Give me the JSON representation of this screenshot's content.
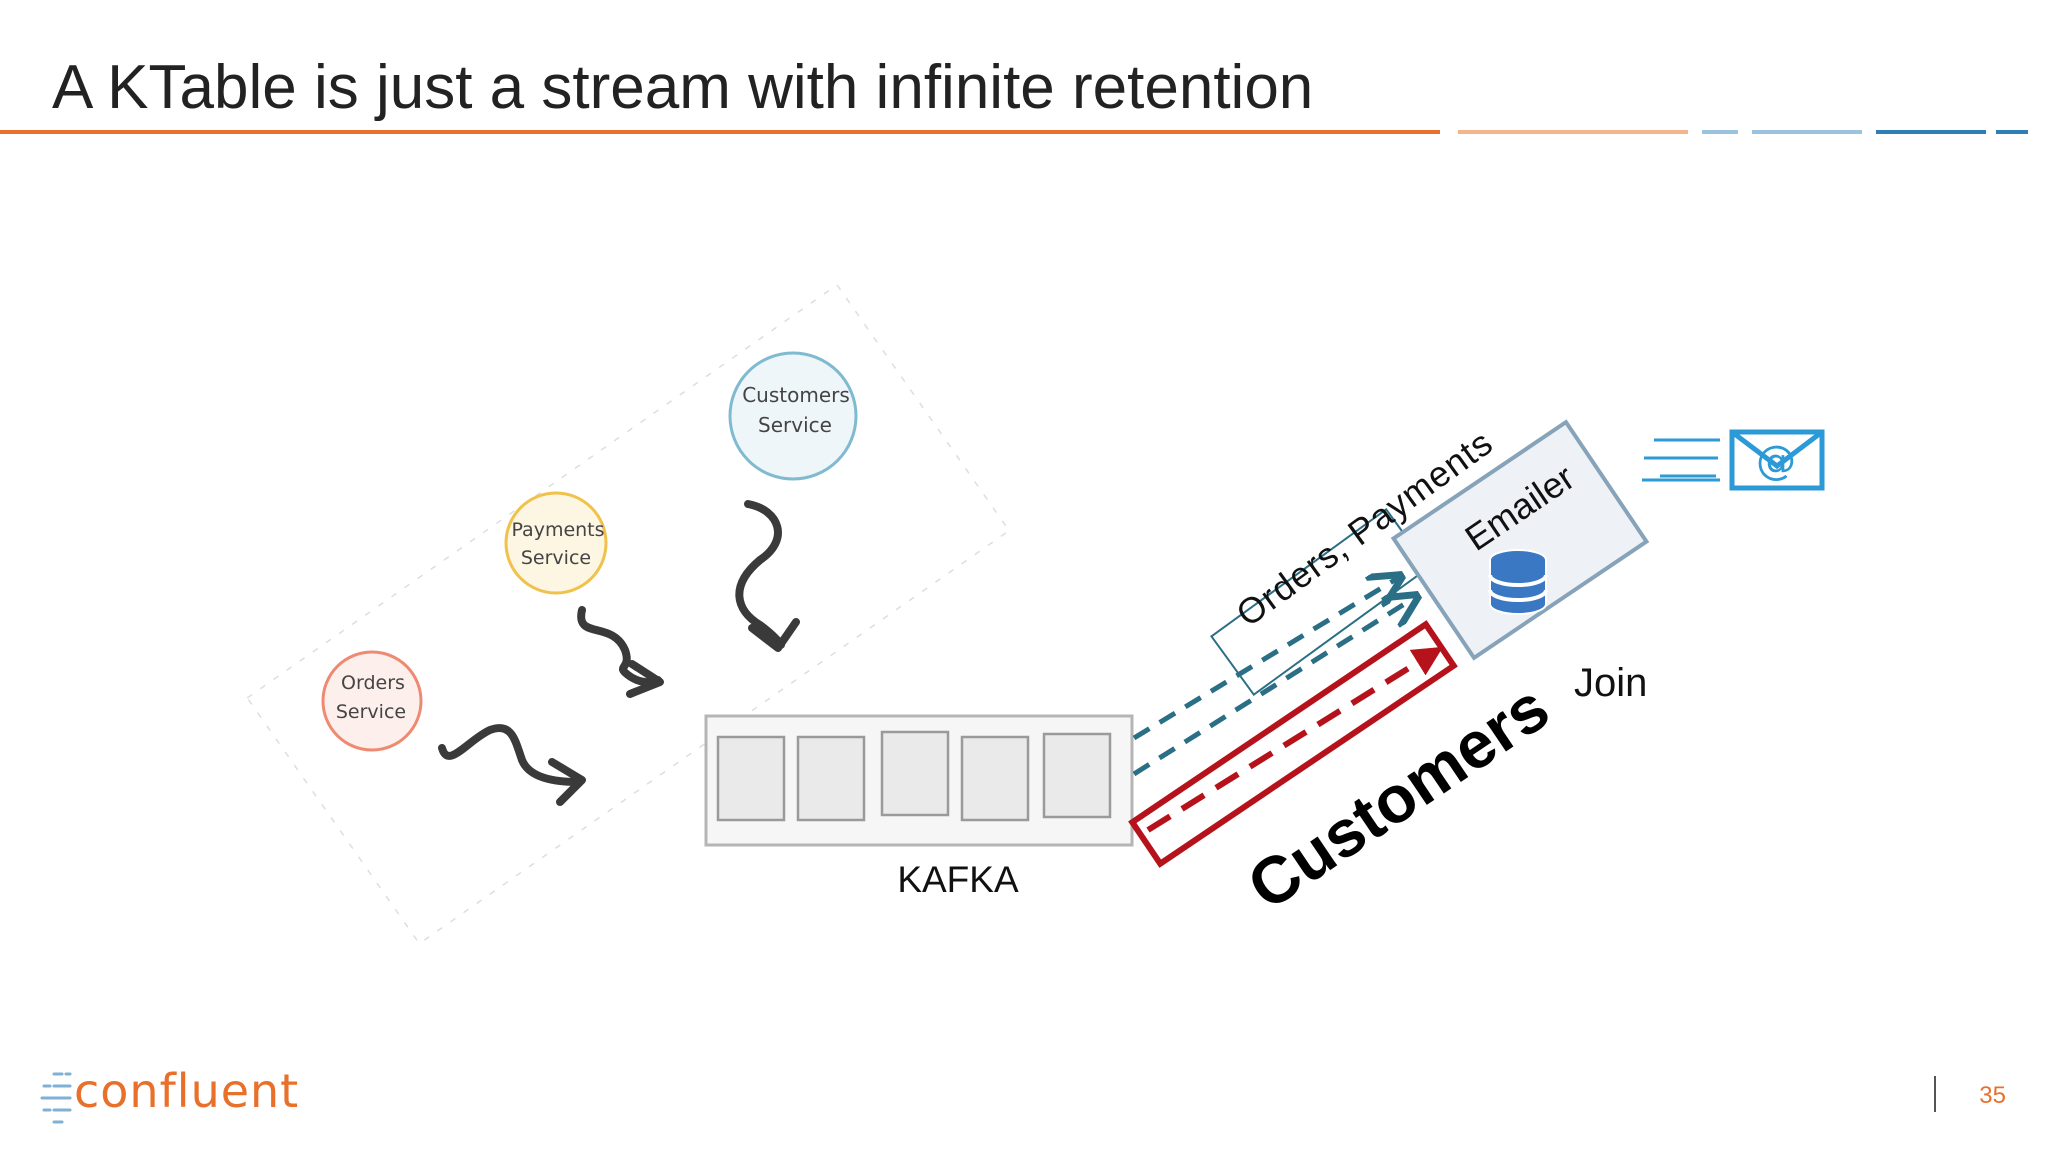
{
  "slide": {
    "title": "A KTable is just a stream with infinite retention",
    "page_number": "35"
  },
  "brand": {
    "logo_text": "confluent",
    "accent": "#e8702a",
    "secondary": "#7fb0d6",
    "primary_blue": "#2d7fb5"
  },
  "services": [
    {
      "line1": "Customers",
      "line2": "Service",
      "stroke": "#7fbad0",
      "fill": "#eef6fa"
    },
    {
      "line1": "Payments",
      "line2": "Service",
      "stroke": "#f0c24c",
      "fill": "#fdf6e3"
    },
    {
      "line1": "Orders",
      "line2": "Service",
      "stroke": "#ef8a72",
      "fill": "#fdefeb"
    }
  ],
  "kafka": {
    "label": "KAFKA"
  },
  "streams": {
    "orders_payments": "Orders, Payments",
    "customers": "Customers"
  },
  "emailer": {
    "label": "Emailer",
    "join_label": "Join"
  },
  "colors": {
    "stream_dash": "#2a6f86",
    "customers_red": "#b5121b",
    "emailer_border": "#86a3ba",
    "database_blue": "#3a78c4",
    "email_blue": "#2c9ad6"
  },
  "icons": [
    "database-icon",
    "email-at-icon",
    "confluent-logo-icon"
  ]
}
